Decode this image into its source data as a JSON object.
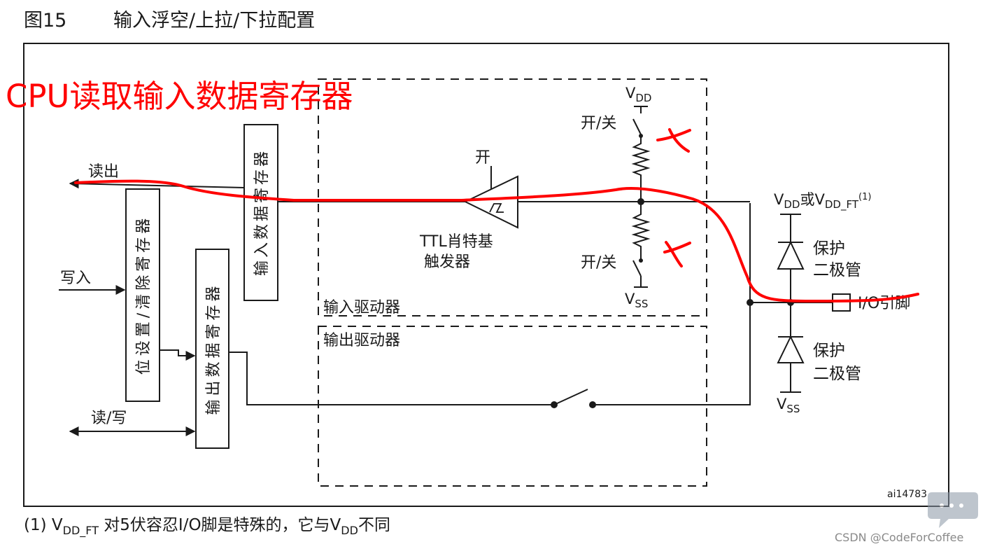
{
  "figure": {
    "number": "图15",
    "title": "输入浮空/上拉/下拉配置",
    "code": "ai14783",
    "footnote_prefix": "(1) V",
    "footnote_sub": "DD_FT",
    "footnote_mid": " 对5伏容忍I/O脚是特殊的，它与V",
    "footnote_sub2": "DD",
    "footnote_end": "不同"
  },
  "annotation": {
    "text": "CPU读取输入数据寄存器",
    "color": "#ff0000",
    "mark": "×"
  },
  "signals": {
    "read_out": "读出",
    "write_in": "写入",
    "read_write": "读/写"
  },
  "registers": {
    "input_data": "输入数据寄存器",
    "bit_set_reset": "位设置/清除寄存器",
    "output_data": "输出数据寄存器"
  },
  "input_driver": {
    "label": "输入驱动器",
    "trigger_on": "开",
    "trigger_line1": "TTL肖特基",
    "trigger_line2": "触发器",
    "switch_upper": "开/关",
    "switch_lower": "开/关",
    "vdd_main": "V",
    "vdd_sub": "DD",
    "vss_main": "V",
    "vss_sub": "SS"
  },
  "output_driver": {
    "label": "输出驱动器"
  },
  "protection": {
    "supply_main": "V",
    "supply_sub": "DD",
    "supply_or": "或V",
    "supply_sub2": "DD_FT",
    "supply_sup": "(1)",
    "diode_upper_line1": "保护",
    "diode_upper_line2": "二极管",
    "diode_lower_line1": "保护",
    "diode_lower_line2": "二极管",
    "ground_main": "V",
    "ground_sub": "SS",
    "pin": "I/O引脚"
  },
  "watermark": "CSDN @CodeForCoffee"
}
